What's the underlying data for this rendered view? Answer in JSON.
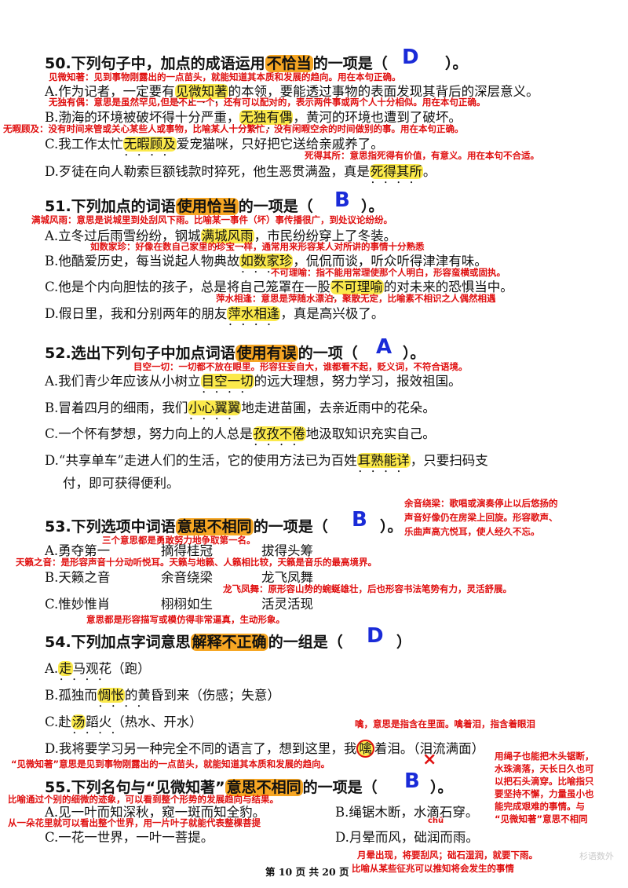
{
  "q50": {
    "stem_pre": "50.下列句子中，加点的成语运用",
    "stem_hl": "不恰当",
    "stem_post": "的一项是（",
    "stem_end": "）。",
    "answer": "D",
    "note_top": "见微知著：见到事物刚露出的一点苗头，就能知道其本质和发展的趋向。用在本句正确。",
    "a_pre": "A.作为记者，一定要有",
    "a_hl": "见微知著",
    "a_post": "的本领，要能透过事物的表面发现其背后的深层意义。",
    "note_b": "无独有偶：意思是虽然罕见,但是不止一个，还有可以配对的，表示两件事或两个人十分相似。用在本句正确。",
    "b_pre": "B.渤海的环境被破坏得十分严重，",
    "b_hl": "无独有偶",
    "b_post": "，黄河的环境也遭到了破坏。",
    "note_c": "无暇顾及：没有时间来管或关心某些人或事物，比喻某人十分繁忙，没有闲暇空余的时间做别的事。用在本句正确。",
    "c_pre": "C.我工作太忙",
    "c_hl": "无暇顾及",
    "c_post": "爱宠猫咪，只好把它送给亲戚养了。",
    "note_d": "死得其所：意思指死得有价值，有意义。用在本句不合适。",
    "d_pre": "D.歹徒在向人勒索巨额钱款时猝死，他生恶贯满盈，真是",
    "d_hl": "死得其所",
    "d_post": "。"
  },
  "q51": {
    "stem_pre": "51.下列加点的词语",
    "stem_hl": "使用恰当",
    "stem_post": "的一项是（",
    "stem_end": "）。",
    "answer": "B",
    "note_top": "满城风雨：意思是说城里到处刮风下雨。比喻某一事件（坏）事传播很广，到处议论纷纷。",
    "a_pre": "A.立冬过后雨雪纷纷，钢城",
    "a_hl": "满城风雨",
    "a_post": "，市民纷纷穿上了冬装。",
    "note_b": "如数家珍：好像在数自己家里的珍宝一样，通常用来形容某人对所讲的事情十分熟悉",
    "b_pre": "B.他酷爱历史，每当说起人物典故",
    "b_hl": "如数家珍",
    "b_post": "，侃侃而谈，听众听得津津有味。",
    "note_c": "不可理喻：指不能用常理使那个人明白，形容蛮横或固执。",
    "c_pre": "C.他是个内向胆怯的孩子，总是将自己笼罩在一股",
    "c_hl": "不可理喻",
    "c_post": "的对未来的恐惧当中。",
    "note_d": "萍水相逢：意思是萍随水漂泊，聚散无定，比喻素不相识之人偶然相遇",
    "d_pre": "D.假日里，我和分别两年的朋友",
    "d_hl": "萍水相逢",
    "d_post": "，真是高兴极了。"
  },
  "q52": {
    "stem_pre": "52.选出下列句子中加点词语",
    "stem_hl": "使用有误",
    "stem_post": "的一项（",
    "stem_end": "）。",
    "answer": "A",
    "note_top": "目空一切：一切都不放在眼里。形容狂妄自大，谁都看不起，贬义词，不符合语境。",
    "a_pre": "A.我们青少年应该从小树立",
    "a_hl": "目空一切",
    "a_post": "的远大理想，努力学习，报效祖国。",
    "b_pre": "B.冒着四月的细雨，我们",
    "b_hl": "小心翼翼",
    "b_post": "地走进苗圃，去亲近雨中的花朵。",
    "c_pre": "C.一个怀有梦想，努力向上的人总是",
    "c_hl": "孜孜不倦",
    "c_post": "地汲取知识充实自己。",
    "d_pre": "D.“共享单车”走进人们的生活，它的使用方法已为百姓",
    "d_hl": "耳熟能详",
    "d_post": "，只要扫码支",
    "d_line2": "付，即可获得便利。"
  },
  "q53": {
    "stem_pre": "53.下列选项中词语",
    "stem_hl": "意思不相同",
    "stem_post": "的一项是（",
    "stem_end": "）。",
    "answer": "B",
    "note_right": [
      "余音绕梁：歌唱或演奏停止以后悠扬的",
      "声音好像仍在房梁上回旋。形容歌声、",
      "乐曲声高亢悦耳，使人经久不忘。"
    ],
    "note_a": "三个意思都是勇敢努力地争取第一名。",
    "a1": "A.勇夺第一",
    "a2": "摘得桂冠",
    "a3": "拔得头筹",
    "note_b": "天籁之音：是形容声音十分动听悦耳。天籁与地籁、人籁相比较，天籁是音乐的最高境界。",
    "b1": "B.天籁之音",
    "b2": "余音绕梁",
    "b3": "龙飞凤舞",
    "note_c_right": "龙飞凤舞：原形容山势的蜿蜒雄壮，后也形容书法笔势有力，灵活舒展。",
    "c1": "C.惟妙惟肖",
    "c2": "栩栩如生",
    "c3": "活灵活现",
    "note_c": "意思都是形容描写或模仿得非常逼真，生动形象。"
  },
  "q54": {
    "stem_pre": "54.下列加点字词意思",
    "stem_hl": "解释不正确",
    "stem_post": "的一组是（",
    "stem_end": "）",
    "answer": "D",
    "a_pre": "A.",
    "a_hl": "走",
    "a_post": "马观花（跑）",
    "b_pre": "B.孤独而",
    "b_hl": "惆怅",
    "b_post": "的黄昏到来（伤感；失意）",
    "c_pre": "C.赴",
    "c_hl": "汤",
    "c_post": "蹈火（热水、开水）",
    "note_d": "噙，意思是指含在里面。噙着泪，指含着眼泪",
    "d_pre": "D.我将要学习另一种完全不同的语言了，想到这里，我",
    "d_hl": "噙",
    "d_post": "着泪。（泪流满面）",
    "cross": "×"
  },
  "q55": {
    "note_top": "“见微知著”意思是见到事物刚露出的一点苗头，就能知道其本质和发展的趋向。",
    "stem_pre": "55.下列名句与“见微知著”",
    "stem_hl": "意思不相同",
    "stem_post": "的一项是（",
    "stem_end": "）。",
    "answer": "B",
    "note_right": [
      "用绳子也能把木头锯断，",
      "水珠滴落，天长日久也可",
      "以把石头滴穿。比喻指只",
      "要坚持不懈，力量虽小也",
      "能完成艰难的事情。与",
      "“见微知著”意思不相同"
    ],
    "note_a1": "比喻通过个别的细微的迹象，可以看到整个形势的发展趋向与结果。",
    "note_a2": "从一朵花里就可以看出整个世界，用一片叶子就能代表整棵菩提",
    "a": "A.见一叶而知深秋，窥一斑而知全豹。",
    "b": "B.绳锯木断，水滴石穿。",
    "pinyin": "chǔ",
    "c": "C.一花一世界，一叶一菩提。",
    "d": "D.月晕而风，础润而雨。",
    "note_d1": "月晕出现，将要刮风；础石湿润，就要下雨。",
    "note_d2": "比喻从某些征兆可以推知将会发生的事情"
  },
  "footer": {
    "page": "第 10 页 共 20 页",
    "watermark": "杉语数外"
  }
}
